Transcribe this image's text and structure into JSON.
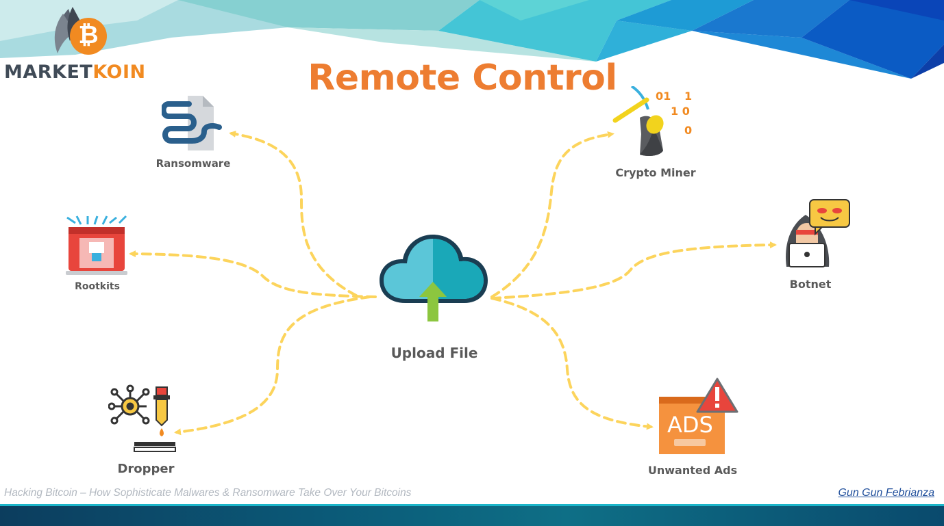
{
  "logo": {
    "part1": "MARKET",
    "part2": "KOIN",
    "coin_symbol": "₿"
  },
  "title": "Remote Control",
  "center": {
    "label": "Upload File",
    "icon": "cloud-upload-icon"
  },
  "nodes": {
    "ransomware": {
      "label": "Ransomware",
      "icon": "ransomware-icon"
    },
    "rootkits": {
      "label": "Rootkits",
      "icon": "rootkit-icon"
    },
    "dropper": {
      "label": "Dropper",
      "icon": "dropper-icon"
    },
    "crypto_miner": {
      "label": "Crypto Miner",
      "icon": "pickaxe-icon",
      "bits": [
        "01",
        "1",
        "1 0",
        "0"
      ]
    },
    "botnet": {
      "label": "Botnet",
      "icon": "hacker-icon"
    },
    "ads": {
      "label": "Unwanted Ads",
      "icon": "ads-warning-icon",
      "badge": "ADS"
    }
  },
  "footer": {
    "left": "Hacking Bitcoin – How Sophisticate Malwares & Ransomware Take Over Your Bitcoins",
    "right": "Gun Gun Febrianza"
  },
  "colors": {
    "accent": "#ed7d31",
    "arrow": "#fcd45c",
    "label": "#595959",
    "link": "#1f4e9b"
  }
}
